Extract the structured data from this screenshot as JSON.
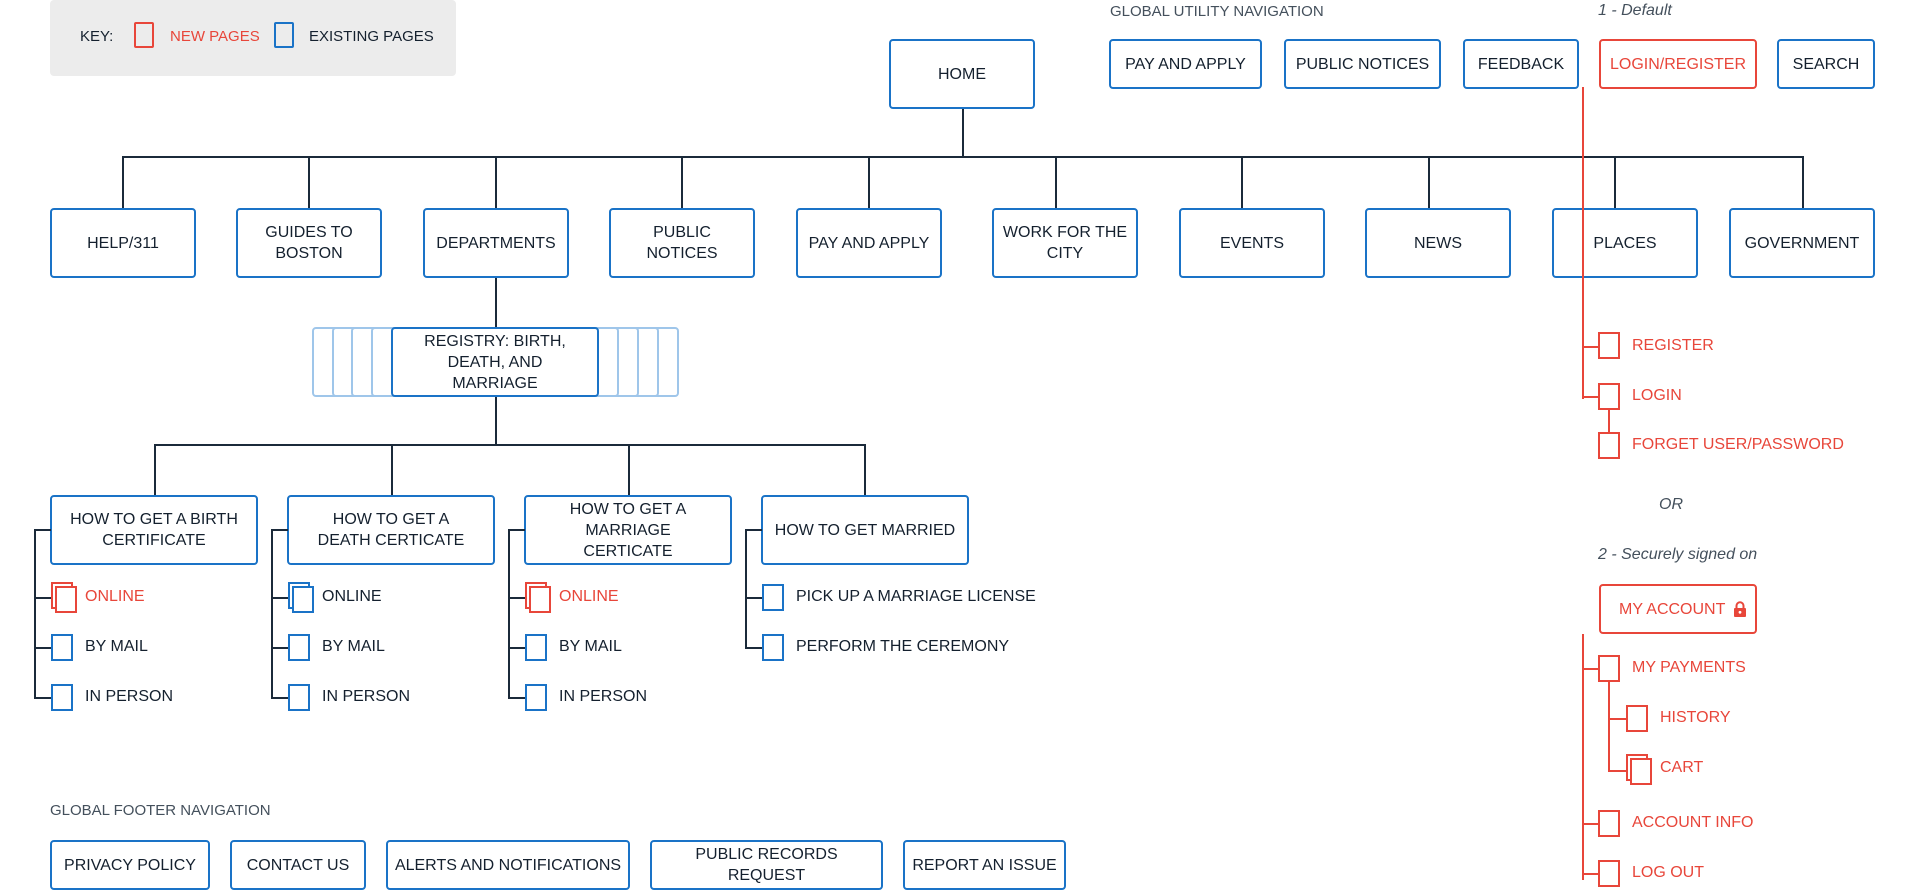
{
  "key": {
    "label": "KEY:",
    "new_pages": "NEW PAGES",
    "existing_pages": "EXISTING PAGES"
  },
  "utility_nav": {
    "heading": "GLOBAL UTILITY NAVIGATION",
    "items": [
      "PAY AND APPLY",
      "PUBLIC NOTICES",
      "FEEDBACK",
      "LOGIN/REGISTER",
      "SEARCH"
    ]
  },
  "home": "HOME",
  "main_nav": [
    "HELP/311",
    "GUIDES TO BOSTON",
    "DEPARTMENTS",
    "PUBLIC NOTICES",
    "PAY AND APPLY",
    "WORK FOR THE CITY",
    "EVENTS",
    "NEWS",
    "PLACES",
    "GOVERNMENT"
  ],
  "registry": "REGISTRY: BIRTH, DEATH, AND MARRIAGE",
  "sub_pages": [
    {
      "title": "HOW TO GET A BIRTH CERTIFICATE",
      "items": [
        "ONLINE",
        "BY MAIL",
        "IN PERSON"
      ]
    },
    {
      "title": "HOW TO GET A DEATH CERTICATE",
      "items": [
        "ONLINE",
        "BY MAIL",
        "IN PERSON"
      ]
    },
    {
      "title": "HOW TO GET A MARRIAGE CERTICATE",
      "items": [
        "ONLINE",
        "BY MAIL",
        "IN PERSON"
      ]
    },
    {
      "title": "HOW TO GET MARRIED",
      "items": [
        "PICK UP A MARRIAGE LICENSE",
        "PERFORM THE CEREMONY"
      ]
    }
  ],
  "login_flow": {
    "default_label": "1 - Default",
    "items": [
      "REGISTER",
      "LOGIN",
      "FORGET USER/PASSWORD"
    ],
    "or_label": "OR",
    "signed_label": "2 - Securely signed on",
    "my_account": "MY ACCOUNT",
    "account_items": [
      "MY PAYMENTS",
      "HISTORY",
      "CART",
      "ACCOUNT INFO",
      "LOG OUT"
    ]
  },
  "footer_nav": {
    "heading": "GLOBAL FOOTER NAVIGATION",
    "items": [
      "PRIVACY POLICY",
      "CONTACT US",
      "ALERTS AND NOTIFICATIONS",
      "PUBLIC RECORDS REQUEST",
      "REPORT AN ISSUE"
    ]
  },
  "colors": {
    "new": "#e8463a",
    "existing": "#1a73c7",
    "line": "#1b2a3a"
  }
}
